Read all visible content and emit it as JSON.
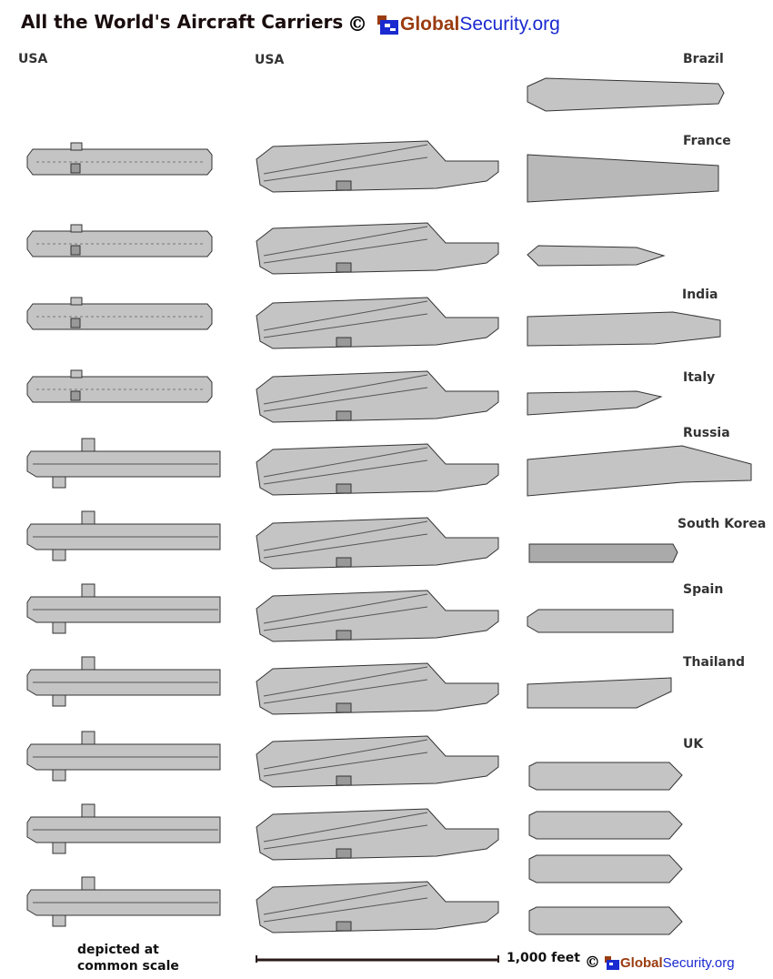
{
  "header": {
    "title": "All the World's Aircraft Carriers",
    "copyright_symbol": "©",
    "logo_bold": "Global",
    "logo_rest": "Security.org"
  },
  "columns": {
    "left_label": "USA",
    "middle_label": "USA"
  },
  "countries": [
    "Brazil",
    "France",
    "India",
    "Italy",
    "Russia",
    "South Korea",
    "Spain",
    "Thailand",
    "UK"
  ],
  "footer": {
    "note_line1": "depicted at",
    "note_line2": "common scale",
    "scale_label": "1,000 feet",
    "copyright_symbol": "©",
    "logo_bold": "Global",
    "logo_rest": "Security.org"
  },
  "colors": {
    "hull": "#c4c4c4",
    "outline": "#333333",
    "logo_brown": "#9a3c10",
    "logo_blue": "#1a2ad0"
  }
}
